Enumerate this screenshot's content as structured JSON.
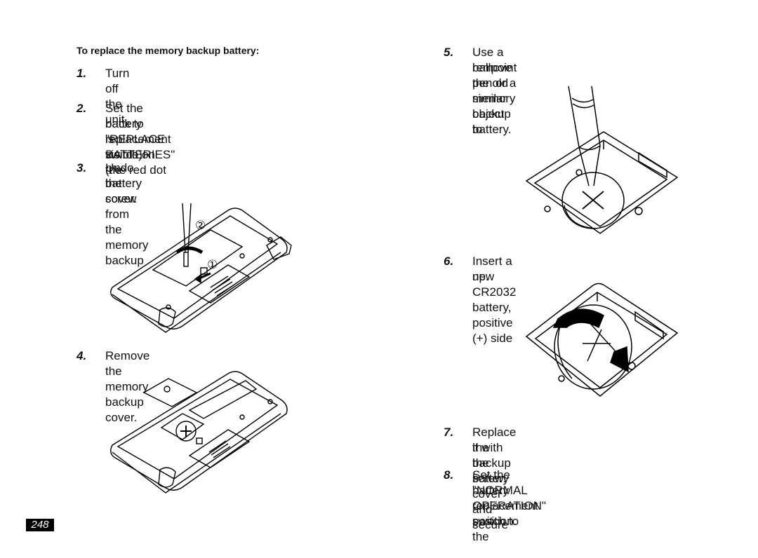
{
  "heading": "To replace the memory backup battery:",
  "steps": [
    {
      "num": "1.",
      "lines": [
        "Turn off the unit."
      ]
    },
    {
      "num": "2.",
      "lines": [
        "Set the battery replacement switch on the",
        "back to \"REPLACE BATTERIES\" (the red dot",
        "is visible)."
      ]
    },
    {
      "num": "3.",
      "lines": [
        "Undo the screw from the memory backup",
        "battery cover."
      ]
    },
    {
      "num": "4.",
      "lines": [
        "Remove the memory backup cover."
      ]
    },
    {
      "num": "5.",
      "lines": [
        "Use a ballpoint pen or a similar object to",
        "remove the old memory backup battery."
      ]
    },
    {
      "num": "6.",
      "lines": [
        "Insert a new CR2032 battery, positive (+) side",
        "up."
      ]
    },
    {
      "num": "7.",
      "lines": [
        "Replace the backup battery cover and secure",
        "it with the screw."
      ]
    },
    {
      "num": "8.",
      "lines": [
        "Set the battery replacement switch to the",
        "\"NORMAL OPERATION\" position."
      ]
    }
  ],
  "figures": {
    "fig3_callouts": [
      "②",
      "①"
    ],
    "fig6_battery_sign": "+"
  },
  "page_number": "248"
}
